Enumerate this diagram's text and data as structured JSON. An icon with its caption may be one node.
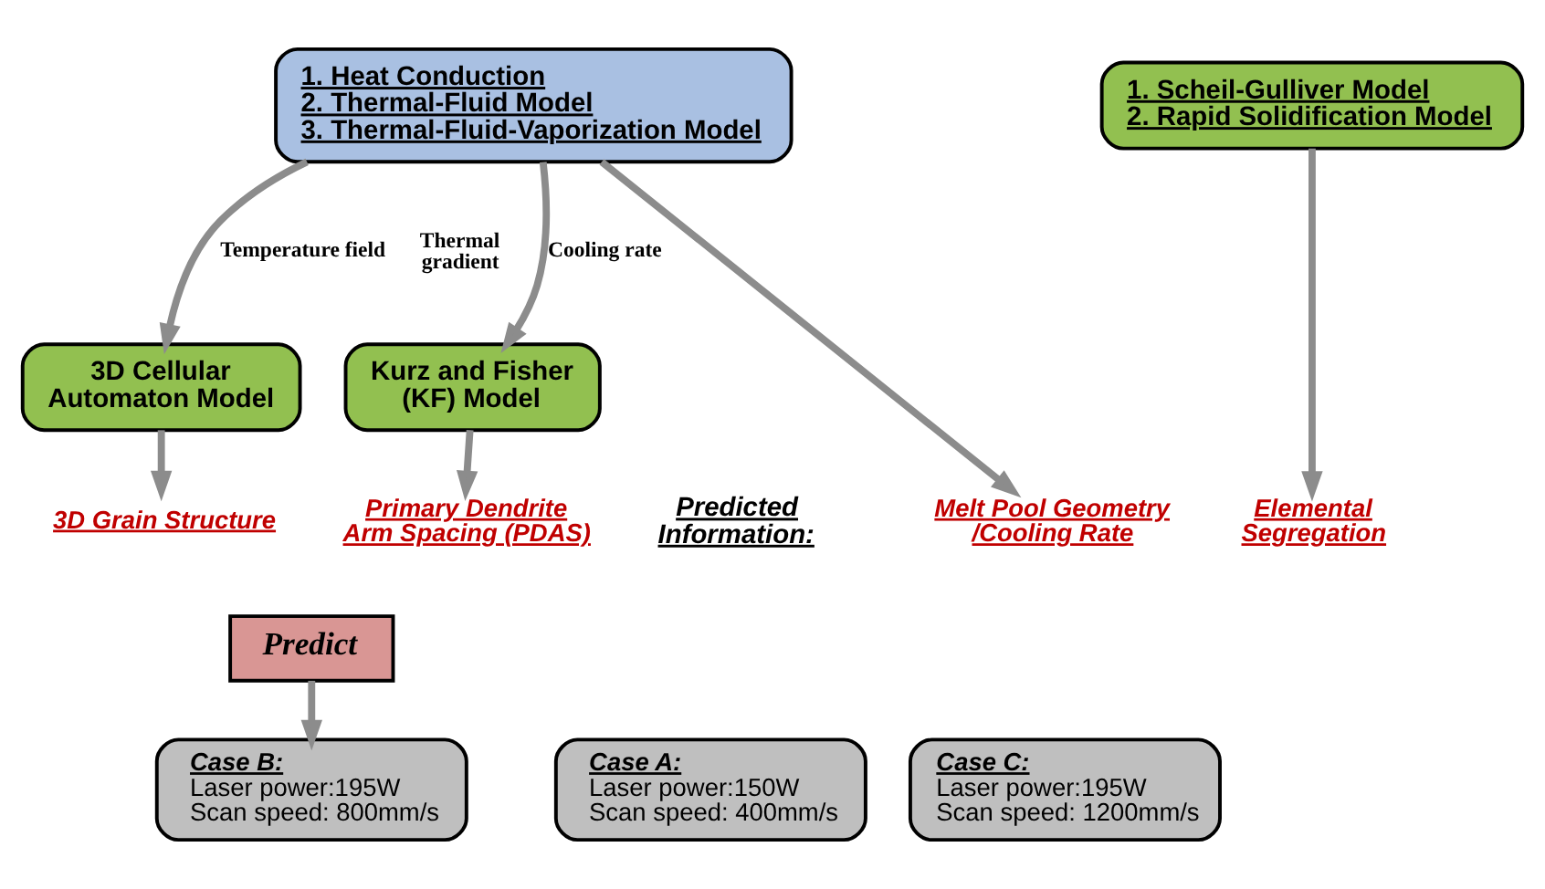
{
  "diagram": {
    "nodes": [
      {
        "text": [
          "1. Heat Conduction",
          "2. Thermal-Fluid Model",
          "3. Thermal-Fluid-Vaporization Model"
        ]
      },
      {
        "text": [
          "1. Scheil-Gulliver Model",
          "2. Rapid Solidification Model"
        ]
      },
      {
        "text": [
          "Kurz and Fisher (KF) Model"
        ]
      },
      {
        "text": [
          "3D Cellular Automaton Model"
        ]
      },
      {
        "text": [
          "Melt Pool Geometry /Cooling Rate"
        ]
      },
      {
        "text": [
          "3D Grain Structure"
        ]
      },
      {
        "text": [
          "Primary Dendrite Arm Spacing (PDAS)"
        ]
      },
      {
        "text": [
          "Elemental Segregation"
        ]
      },
      {
        "text": [
          "Predict"
        ]
      },
      {
        "text": [
          "Case A:",
          "Laser power:150W",
          "Scan speed: 400mm/s"
        ]
      },
      {
        "text": [
          "Case B:",
          "Laser power:195W",
          "Scan speed: 800mm/s"
        ]
      },
      {
        "text": [
          "Case C:",
          "Laser power:195W",
          "Scan speed: 1200mm/s"
        ]
      }
    ],
    "edges": [
      {
        "from": 0,
        "to": 2,
        "arrow": "to",
        "label": "Cooling rate"
      },
      {
        "from": 0,
        "to": 4,
        "arrow": "to"
      },
      {
        "from": 0,
        "to": 3,
        "arrow": "to",
        "label": "Temperature field"
      },
      {
        "from": 3,
        "to": 5,
        "arrow": "to"
      },
      {
        "from": 2,
        "to": 6,
        "arrow": "to"
      },
      {
        "from": 1,
        "to": 7,
        "arrow": "to"
      },
      {
        "from": 8,
        "to": 10,
        "arrow": "to"
      }
    ],
    "labels": [
      "Thermal gradient",
      "Predicted Information:"
    ]
  }
}
